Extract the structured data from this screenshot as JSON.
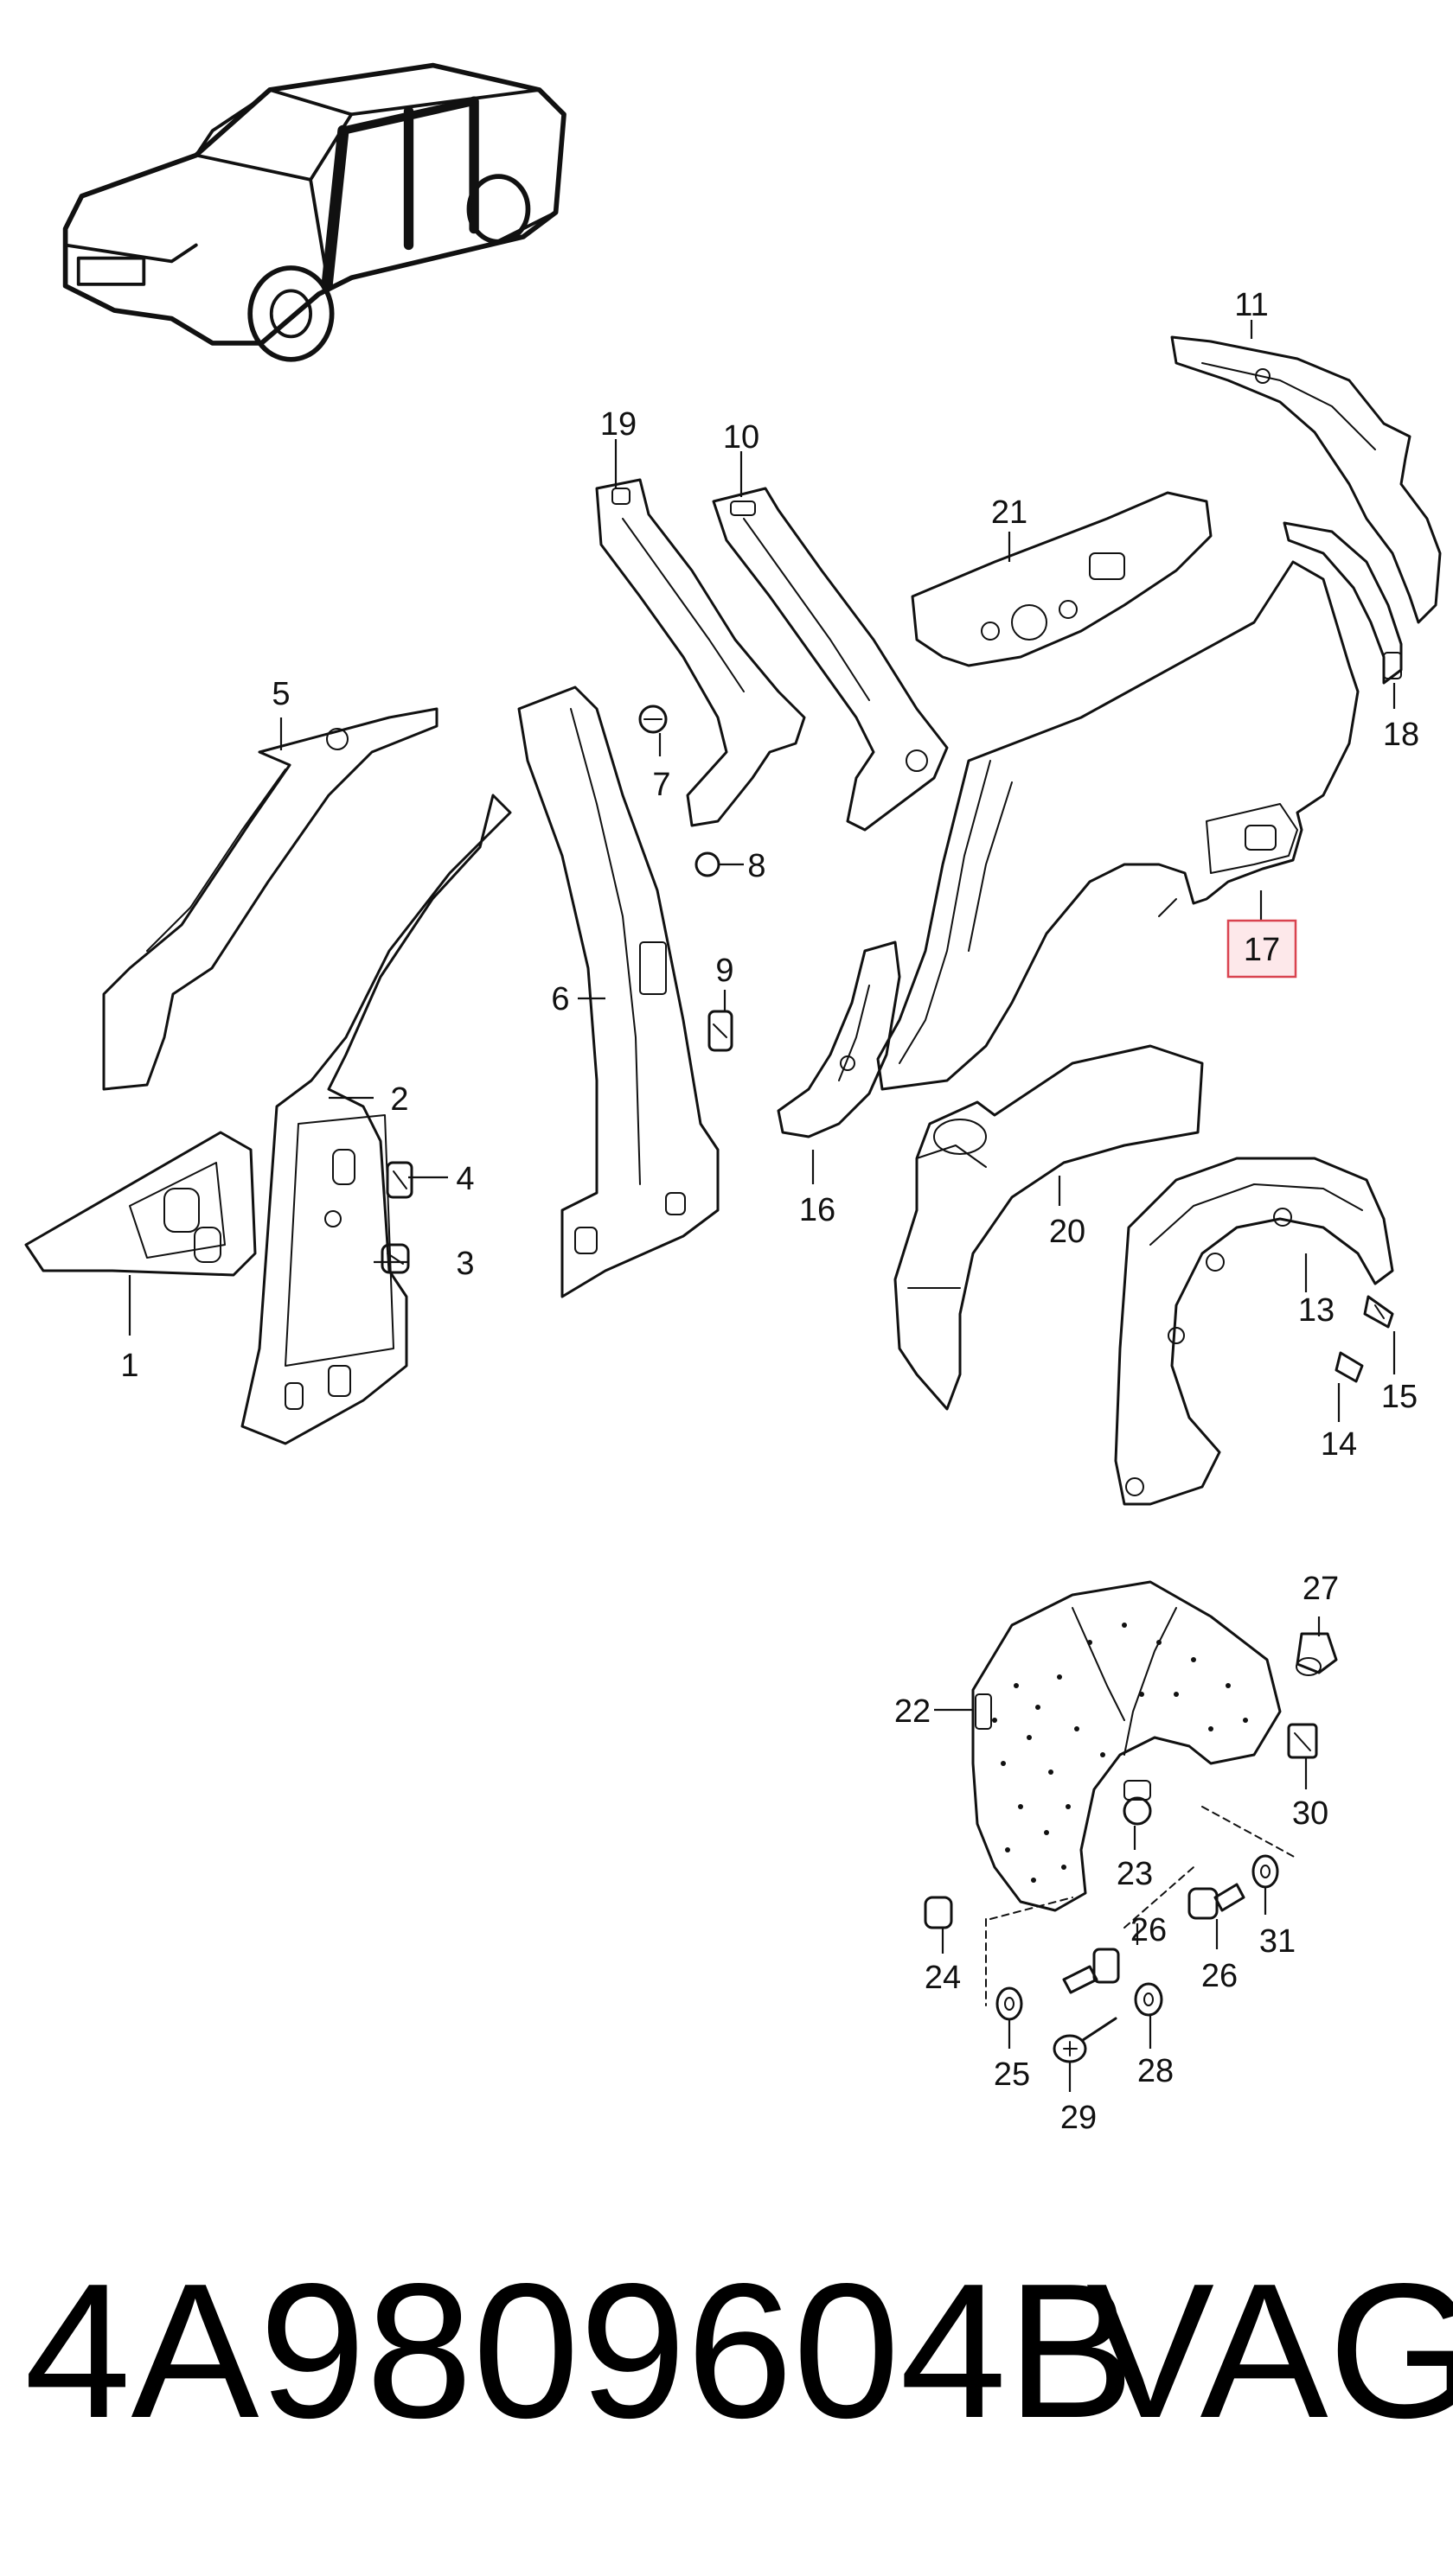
{
  "callouts": [
    {
      "id": "1",
      "label": "1"
    },
    {
      "id": "2",
      "label": "2"
    },
    {
      "id": "3",
      "label": "3"
    },
    {
      "id": "4",
      "label": "4"
    },
    {
      "id": "5",
      "label": "5"
    },
    {
      "id": "6",
      "label": "6"
    },
    {
      "id": "7",
      "label": "7"
    },
    {
      "id": "8",
      "label": "8"
    },
    {
      "id": "9",
      "label": "9"
    },
    {
      "id": "10",
      "label": "10"
    },
    {
      "id": "11",
      "label": "11"
    },
    {
      "id": "13",
      "label": "13"
    },
    {
      "id": "14",
      "label": "14"
    },
    {
      "id": "15",
      "label": "15"
    },
    {
      "id": "16",
      "label": "16"
    },
    {
      "id": "17",
      "label": "17",
      "highlight": true
    },
    {
      "id": "18",
      "label": "18"
    },
    {
      "id": "19",
      "label": "19"
    },
    {
      "id": "20",
      "label": "20"
    },
    {
      "id": "21",
      "label": "21"
    },
    {
      "id": "22",
      "label": "22"
    },
    {
      "id": "23",
      "label": "23"
    },
    {
      "id": "24",
      "label": "24"
    },
    {
      "id": "25",
      "label": "25"
    },
    {
      "id": "26a",
      "label": "26"
    },
    {
      "id": "26b",
      "label": "26"
    },
    {
      "id": "27",
      "label": "27"
    },
    {
      "id": "28",
      "label": "28"
    },
    {
      "id": "29",
      "label": "29"
    },
    {
      "id": "30",
      "label": "30"
    },
    {
      "id": "31",
      "label": "31"
    }
  ],
  "highlight": {
    "color": "#d9434f",
    "fill": "#fde8ea"
  },
  "footer": {
    "part_number": "4A9809604B",
    "brand": "VAG"
  }
}
